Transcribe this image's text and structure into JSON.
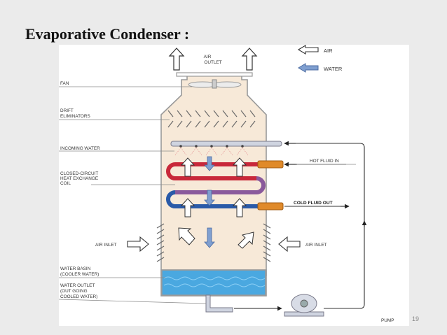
{
  "slide": {
    "title": "Evaporative Condenser :",
    "page_number": "19"
  },
  "colors": {
    "hot_coil": "#c8283a",
    "mid_coil": "#8a5a9c",
    "cold_coil": "#2a5aa8",
    "water_arrow": "#7f9fd0",
    "water_basin": "#4aa8e0",
    "fluid_pipe": "#e08a2a",
    "tower_fill": "#f7e9d8"
  },
  "legend": {
    "air": "AIR",
    "water": "WATER"
  },
  "labels": {
    "air_outlet_line1": "AIR",
    "air_outlet_line2": "OUTLET",
    "fan": "FAN",
    "drift_line1": "DRIFT",
    "drift_line2": "ELIMINATORS",
    "incoming_water": "INCOMING  WATER",
    "coil_line1": "CLOSED-CIRCUIT",
    "coil_line2": "HEAT EXCHANGE",
    "coil_line3": "COIL",
    "air_inlet_left": "AIR INLET",
    "air_inlet_right": "AIR INLET",
    "hot_fluid_in": "HOT FLUID IN",
    "cold_fluid_out": "COLD FLUID OUT",
    "basin_line1": "WATER BASIN",
    "basin_line2": "(COOLER WATER)",
    "outlet_line1": "WATER OUTLET",
    "outlet_line2": "(OUT GOING",
    "outlet_line3": "COOLED WATER)",
    "pump": "PUMP"
  }
}
